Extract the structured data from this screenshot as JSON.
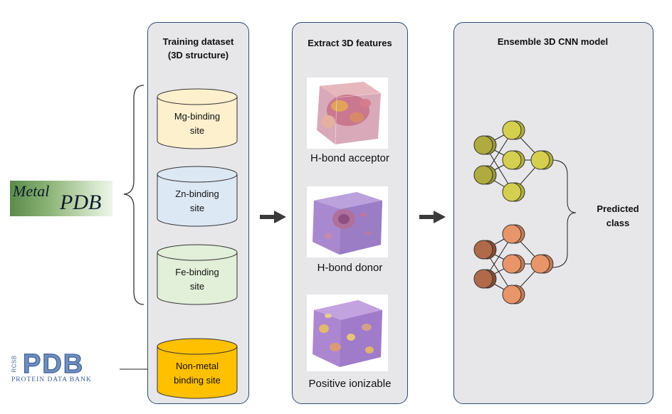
{
  "sources": {
    "metalpdb": {
      "word1": "Metal",
      "word2": "PDB"
    },
    "rcsb": {
      "prefix": "RCSB",
      "name": "PDB",
      "subtitle": "PROTEIN DATA BANK"
    }
  },
  "panel1": {
    "title_line1": "Training dataset",
    "title_line2": "(3D structure)",
    "sites": [
      {
        "line1": "Mg-binding",
        "line2": "site",
        "color": "#fdf0cd"
      },
      {
        "line1": "Zn-binding",
        "line2": "site",
        "color": "#dde8f5"
      },
      {
        "line1": "Fe-binding",
        "line2": "site",
        "color": "#e2efd9"
      },
      {
        "line1": "Non-metal",
        "line2": "binding site",
        "color": "#ffc000"
      }
    ]
  },
  "panel2": {
    "title": "Extract 3D features",
    "features": [
      {
        "label": "H-bond acceptor"
      },
      {
        "label": "H-bond donor"
      },
      {
        "label": "Positive ionizable"
      }
    ]
  },
  "panel3": {
    "title": "Ensemble 3D CNN model",
    "output_line1": "Predicted",
    "output_line2": "class",
    "colors": {
      "yellow": "#d4cf4f",
      "orange": "#e8956a"
    }
  }
}
